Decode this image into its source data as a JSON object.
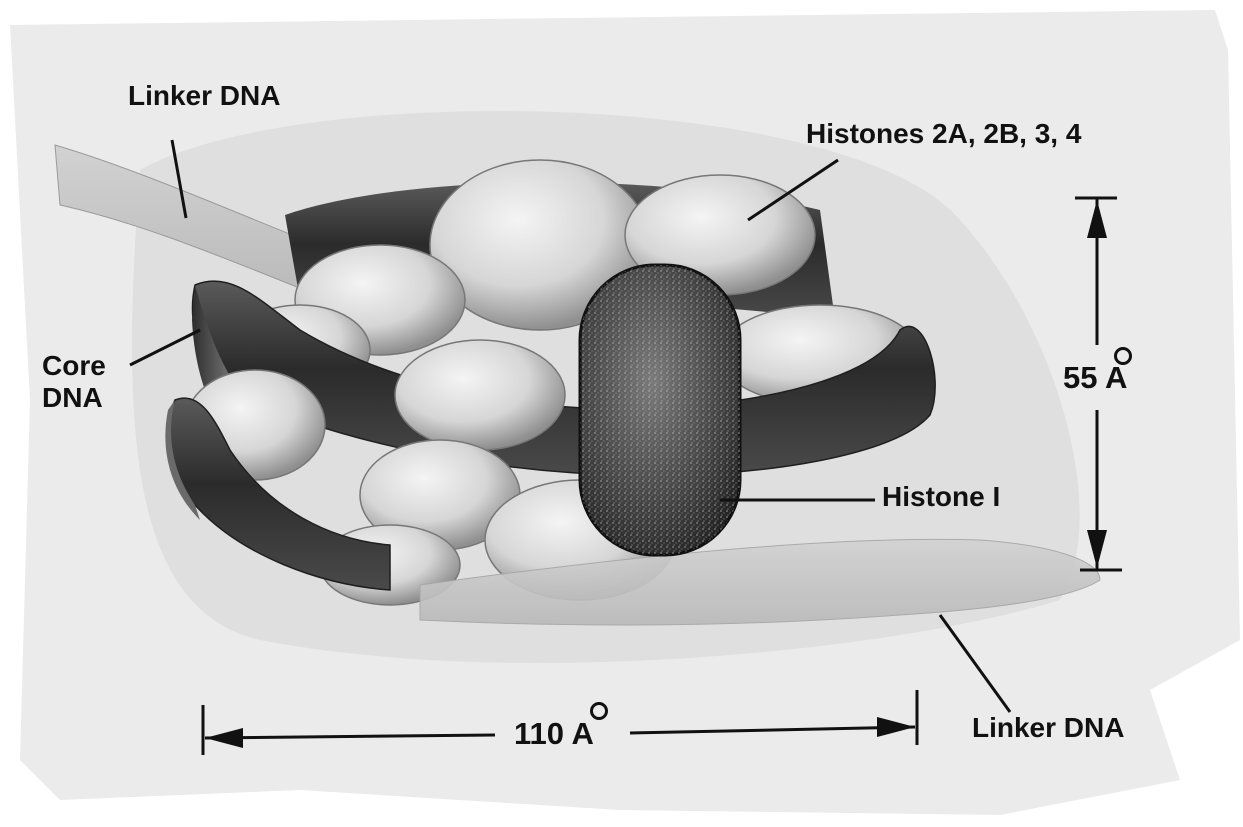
{
  "labels": {
    "linker_dna_top": "Linker DNA",
    "histones_core": "Histones 2A, 2B, 3, 4",
    "core_dna_line1": "Core",
    "core_dna_line2": "DNA",
    "histone_1": "Histone I",
    "linker_dna_bottom": "Linker DNA"
  },
  "dimensions": {
    "height_value": "55",
    "width_value": "110",
    "unit": "A"
  },
  "colors": {
    "ink": "#111111",
    "paper_mottle": "#e9e9e9",
    "dna_dark": "#3a3a3a",
    "histone_light": "#dcdcdc",
    "histone_1": "#4a4a4a"
  }
}
